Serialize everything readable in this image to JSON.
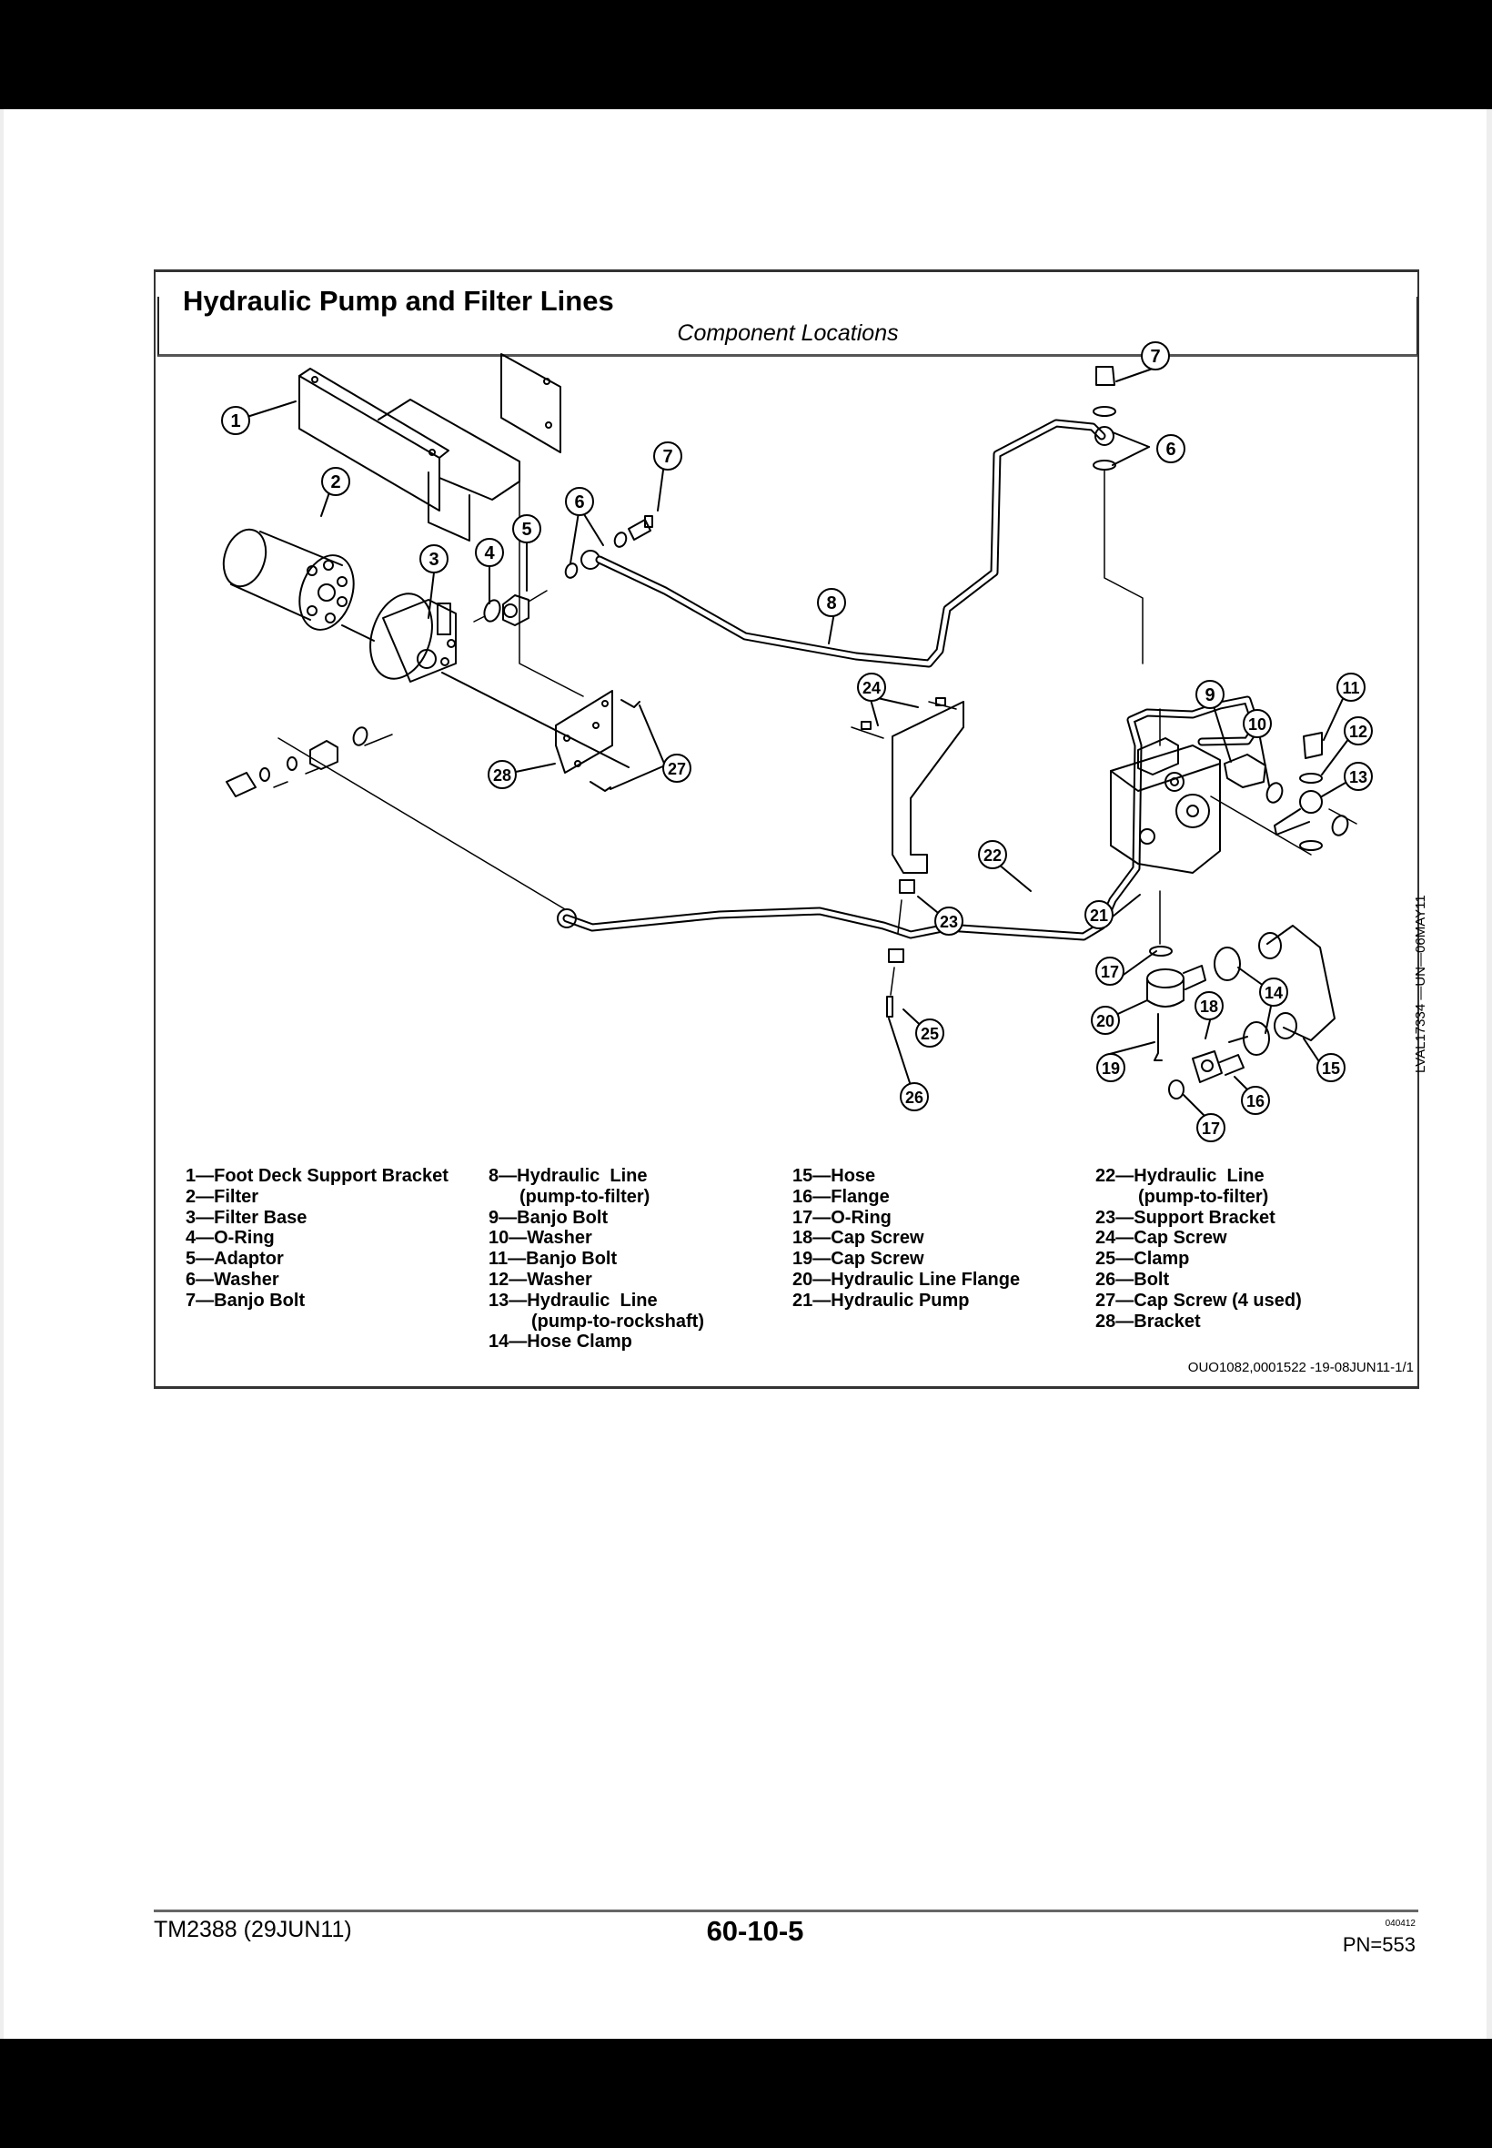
{
  "header": {
    "section_title": "Component Locations"
  },
  "figure": {
    "title": "Hydraulic Pump and Filter Lines",
    "image_ref": "LVAL17334 —UN—06MAY11",
    "callouts": [
      "1",
      "2",
      "3",
      "4",
      "5",
      "6",
      "7",
      "8",
      "9",
      "10",
      "11",
      "12",
      "13",
      "14",
      "15",
      "16",
      "17",
      "18",
      "19",
      "20",
      "21",
      "22",
      "23",
      "24",
      "25",
      "26",
      "27",
      "28"
    ],
    "doc_id": "OUO1082,0001522  -19-08JUN11-1/1"
  },
  "legend": {
    "columns": [
      [
        {
          "num": "1—",
          "text": "Foot Deck Support Bracket"
        },
        {
          "num": "2—",
          "text": "Filter"
        },
        {
          "num": "3—",
          "text": "Filter Base"
        },
        {
          "num": "4—",
          "text": "O-Ring"
        },
        {
          "num": "5—",
          "text": "Adaptor"
        },
        {
          "num": "6—",
          "text": "Washer"
        },
        {
          "num": "7—",
          "text": "Banjo Bolt"
        }
      ],
      [
        {
          "num": "8—",
          "text": "Hydraulic  Line",
          "sub": "(pump-to-filter)"
        },
        {
          "num": "9—",
          "text": "Banjo Bolt"
        },
        {
          "num": "10—",
          "text": "Washer"
        },
        {
          "num": "11—",
          "text": "Banjo Bolt"
        },
        {
          "num": "12—",
          "text": "Washer"
        },
        {
          "num": "13—",
          "text": "Hydraulic  Line",
          "sub": "(pump-to-rockshaft)"
        },
        {
          "num": "14—",
          "text": "Hose Clamp"
        }
      ],
      [
        {
          "num": "15—",
          "text": "Hose"
        },
        {
          "num": "16—",
          "text": "Flange"
        },
        {
          "num": "17—",
          "text": "O-Ring"
        },
        {
          "num": "18—",
          "text": "Cap Screw"
        },
        {
          "num": "19—",
          "text": "Cap Screw"
        },
        {
          "num": "20—",
          "text": "Hydraulic Line Flange"
        },
        {
          "num": "21—",
          "text": "Hydraulic Pump"
        }
      ],
      [
        {
          "num": "22—",
          "text": "Hydraulic  Line",
          "sub": "(pump-to-filter)"
        },
        {
          "num": "23—",
          "text": "Support Bracket"
        },
        {
          "num": "24—",
          "text": "Cap Screw"
        },
        {
          "num": "25—",
          "text": "Clamp"
        },
        {
          "num": "26—",
          "text": "Bolt"
        },
        {
          "num": "27—",
          "text": "Cap Screw (4 used)"
        },
        {
          "num": "28—",
          "text": "Bracket"
        }
      ]
    ]
  },
  "footer": {
    "manual": "TM2388 (29JUN11)",
    "page": "60-10-5",
    "code": "040412",
    "pn": "PN=553"
  },
  "colors": {
    "ink": "#000000",
    "rule": "#555555",
    "frame": "#000000",
    "paper": "#ffffff"
  }
}
